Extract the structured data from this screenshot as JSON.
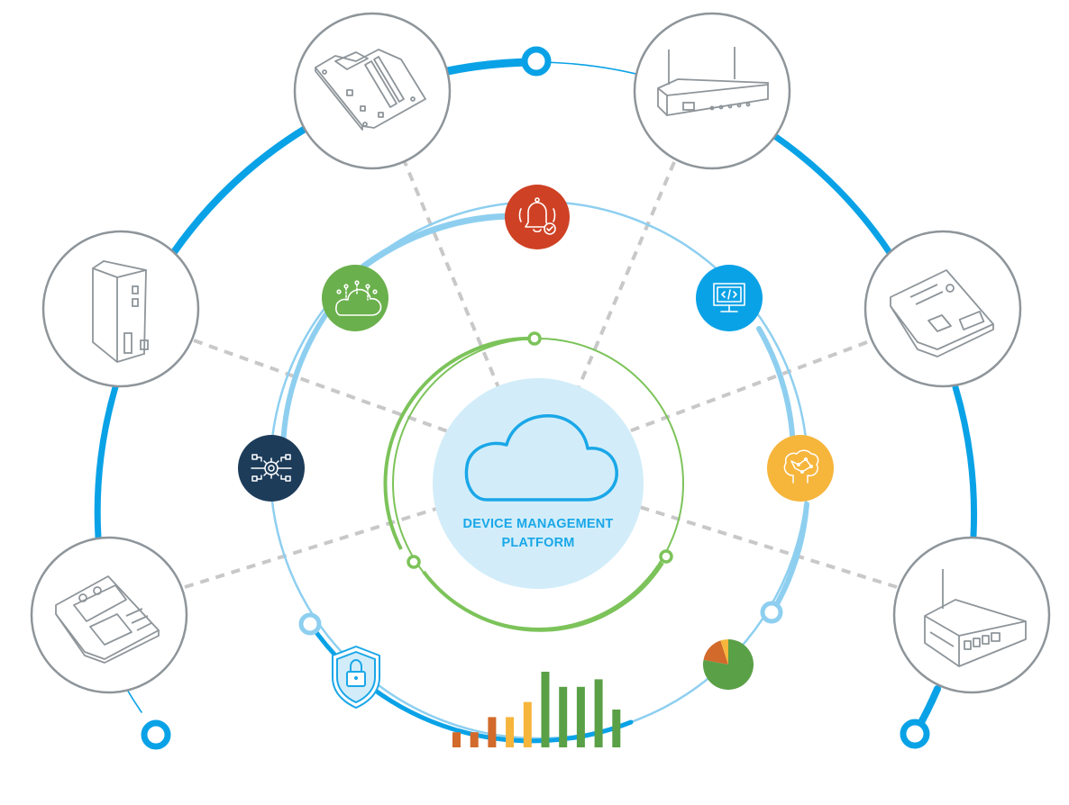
{
  "center": {
    "title_line1": "DEVICE MANAGEMENT",
    "title_line2": "PLATFORM"
  },
  "colors": {
    "outer_ring": "#0aa2e6",
    "inner_ring_light": "#8ecff0",
    "platform_ring": "#7cc35a",
    "platform_fill": "#d2edf9",
    "connector_dash": "#c8c8c8",
    "device_stroke": "#8e959a",
    "alert_red": "#cf4124",
    "cloud_green": "#6ab04c",
    "monitor_blue": "#0aa2e6",
    "gear_navy": "#1d3c5a",
    "ai_orange": "#f6b53b",
    "pie_green": "#5aa047",
    "pie_orange": "#d26a2b",
    "pie_yellow": "#f6b53b"
  },
  "devices": [
    {
      "name": "circuit-board-device",
      "icon": "circuit-board-icon"
    },
    {
      "name": "wifi-router-device",
      "icon": "router-icon"
    },
    {
      "name": "industrial-gateway-device",
      "icon": "gateway-box-icon"
    },
    {
      "name": "sim-card-device-right",
      "icon": "sim-card-icon"
    },
    {
      "name": "sim-card-device-left",
      "icon": "sim-card-icon"
    },
    {
      "name": "mini-pc-device",
      "icon": "mini-pc-icon"
    }
  ],
  "features": [
    {
      "name": "alert-feature",
      "icon": "alarm-bell-icon"
    },
    {
      "name": "cloud-deploy-feature",
      "icon": "cloud-upload-icon"
    },
    {
      "name": "remote-console-feature",
      "icon": "monitor-code-icon"
    },
    {
      "name": "config-feature",
      "icon": "gear-network-icon"
    },
    {
      "name": "ai-feature",
      "icon": "neural-brain-icon"
    },
    {
      "name": "security-feature",
      "icon": "shield-lock-icon"
    },
    {
      "name": "analytics-pie-feature",
      "icon": "pie-chart-icon"
    },
    {
      "name": "analytics-bars-feature",
      "icon": "bar-chart-icon"
    }
  ],
  "bar_chart": {
    "values": [
      2,
      2,
      4,
      4,
      6,
      10,
      8,
      8,
      9,
      5
    ],
    "colors": [
      "#d26a2b",
      "#d26a2b",
      "#d26a2b",
      "#f6b53b",
      "#f6b53b",
      "#5aa047",
      "#5aa047",
      "#5aa047",
      "#5aa047",
      "#5aa047"
    ]
  },
  "pie_chart": {
    "values": [
      78,
      17,
      5
    ]
  }
}
